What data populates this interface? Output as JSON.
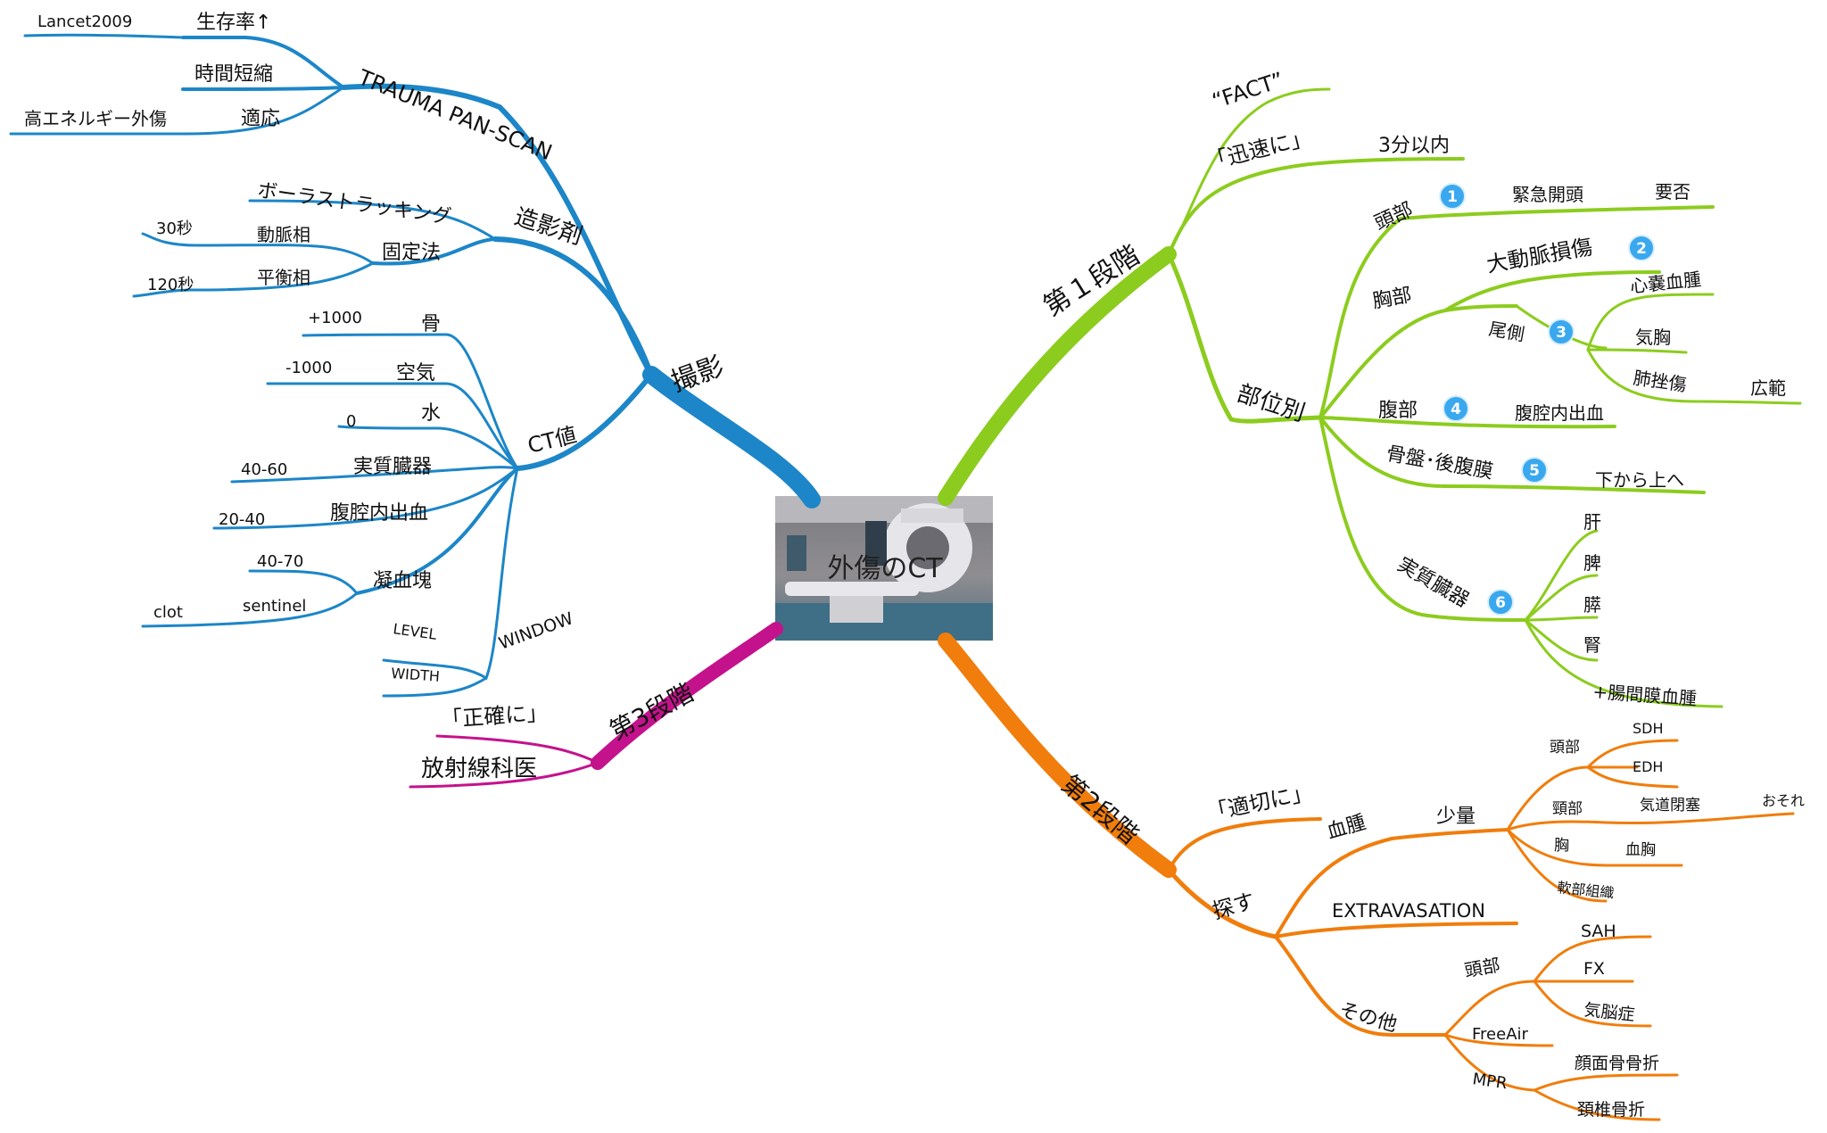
{
  "center": {
    "label": "外傷のCT"
  },
  "colors": {
    "imaging": "#1c86c8",
    "stage1": "#8ccc1e",
    "stage2": "#f07d0c",
    "stage3": "#c4128c",
    "badge": "#3aa8ee"
  },
  "imaging": {
    "label": "撮影",
    "pan_scan": {
      "label": "TRAUMA PAN-SCAN",
      "survival": "生存率↑",
      "lancet": "Lancet2009",
      "shorten": "時間短縮",
      "indication": "適応",
      "high_energy": "高エネルギー外傷"
    },
    "contrast": {
      "label": "造影剤",
      "bolus": "ボーラストラッキング",
      "fixed": "固定法",
      "arterial": "動脈相",
      "arterial_time": "30秒",
      "equilibrium": "平衡相",
      "equilibrium_time": "120秒"
    },
    "ct_value": {
      "label": "CT値",
      "items": [
        {
          "name": "骨",
          "value": "+1000"
        },
        {
          "name": "空気",
          "value": "-1000"
        },
        {
          "name": "水",
          "value": "0"
        },
        {
          "name": "実質臓器",
          "value": "40-60"
        },
        {
          "name": "腹腔内出血",
          "value": "20-40"
        }
      ],
      "clot_label": "凝血塊",
      "clot_value": "40-70",
      "sentinel": "sentinel",
      "clot": "clot"
    },
    "window": {
      "label": "WINDOW",
      "level": "LEVEL",
      "width": "WIDTH"
    }
  },
  "stage1": {
    "label": "第１段階",
    "fact": "“FACT”",
    "rapid": "「迅速に」",
    "rapid_time": "3分以内",
    "by_site": "部位別",
    "head": "頭部",
    "head_badge": "1",
    "craniotomy": "緊急開頭",
    "need": "要否",
    "chest": "胸部",
    "aorta": "大動脈損傷",
    "aorta_badge": "2",
    "caudal": "尾側",
    "caudal_badge": "3",
    "tamponade": "心嚢血腫",
    "pneumothorax": "気胸",
    "contusion": "肺挫傷",
    "extensive": "広範",
    "abdomen": "腹部",
    "abdomen_badge": "4",
    "hemoperitoneum": "腹腔内出血",
    "pelvis": "骨盤･後腹膜",
    "pelvis_badge": "5",
    "bottom_up": "下から上へ",
    "solid": "実質臓器",
    "solid_badge": "6",
    "organs": [
      "肝",
      "脾",
      "膵",
      "腎",
      "+腸間膜血腫"
    ]
  },
  "stage2": {
    "label": "第2段階",
    "appropriate": "「適切に」",
    "search": "探す",
    "hematoma": "血腫",
    "small": "少量",
    "head": "頭部",
    "sdh": "SDH",
    "edh": "EDH",
    "neck": "頸部",
    "airway": "気道閉塞",
    "risk": "おそれ",
    "thorax": "胸",
    "thorax_blood": "血胸",
    "soft_tissue": "軟部組織",
    "extravasation": "EXTRAVASATION",
    "other": "その他",
    "other_head": "頭部",
    "sah": "SAH",
    "fx": "FX",
    "pneumocephalus": "気脳症",
    "free_air": "FreeAir",
    "mpr": "MPR",
    "facial_fx": "顔面骨骨折",
    "cervical_fx": "頚椎骨折"
  },
  "stage3": {
    "label": "第3段階",
    "accurate": "「正確に」",
    "radiologist": "放射線科医"
  }
}
